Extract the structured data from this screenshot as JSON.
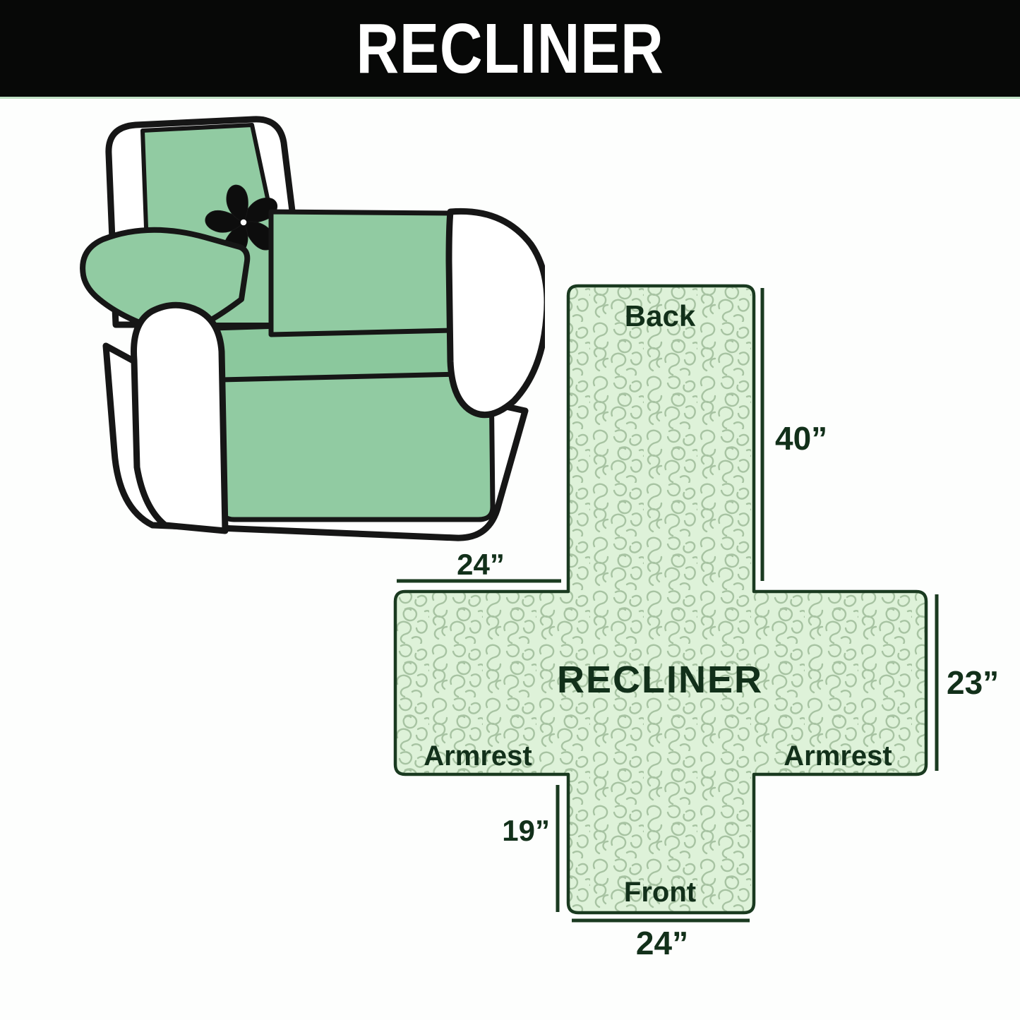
{
  "banner": {
    "title": "RECLINER",
    "bg_color": "#070807",
    "text_color": "#ffffff"
  },
  "illustration": {
    "description": "armchair with quilted slipcover",
    "logo_icon": "pinwheel",
    "cover_color": "#91cba2",
    "outline_color": "#161616"
  },
  "diagram": {
    "center_label": "RECLINER",
    "labels": {
      "back": "Back",
      "armrest_left": "Armrest",
      "armrest_right": "Armrest",
      "front": "Front"
    },
    "dimensions": {
      "back_height": "40”",
      "armrest_top_width": "24”",
      "armrest_side_height": "23”",
      "front_flap_height": "19”",
      "front_flap_width": "24”"
    },
    "fill_color": "#def2d9",
    "pattern_color": "#a7c3a2",
    "outline_color": "#1a3a20",
    "label_color": "#12301a"
  }
}
